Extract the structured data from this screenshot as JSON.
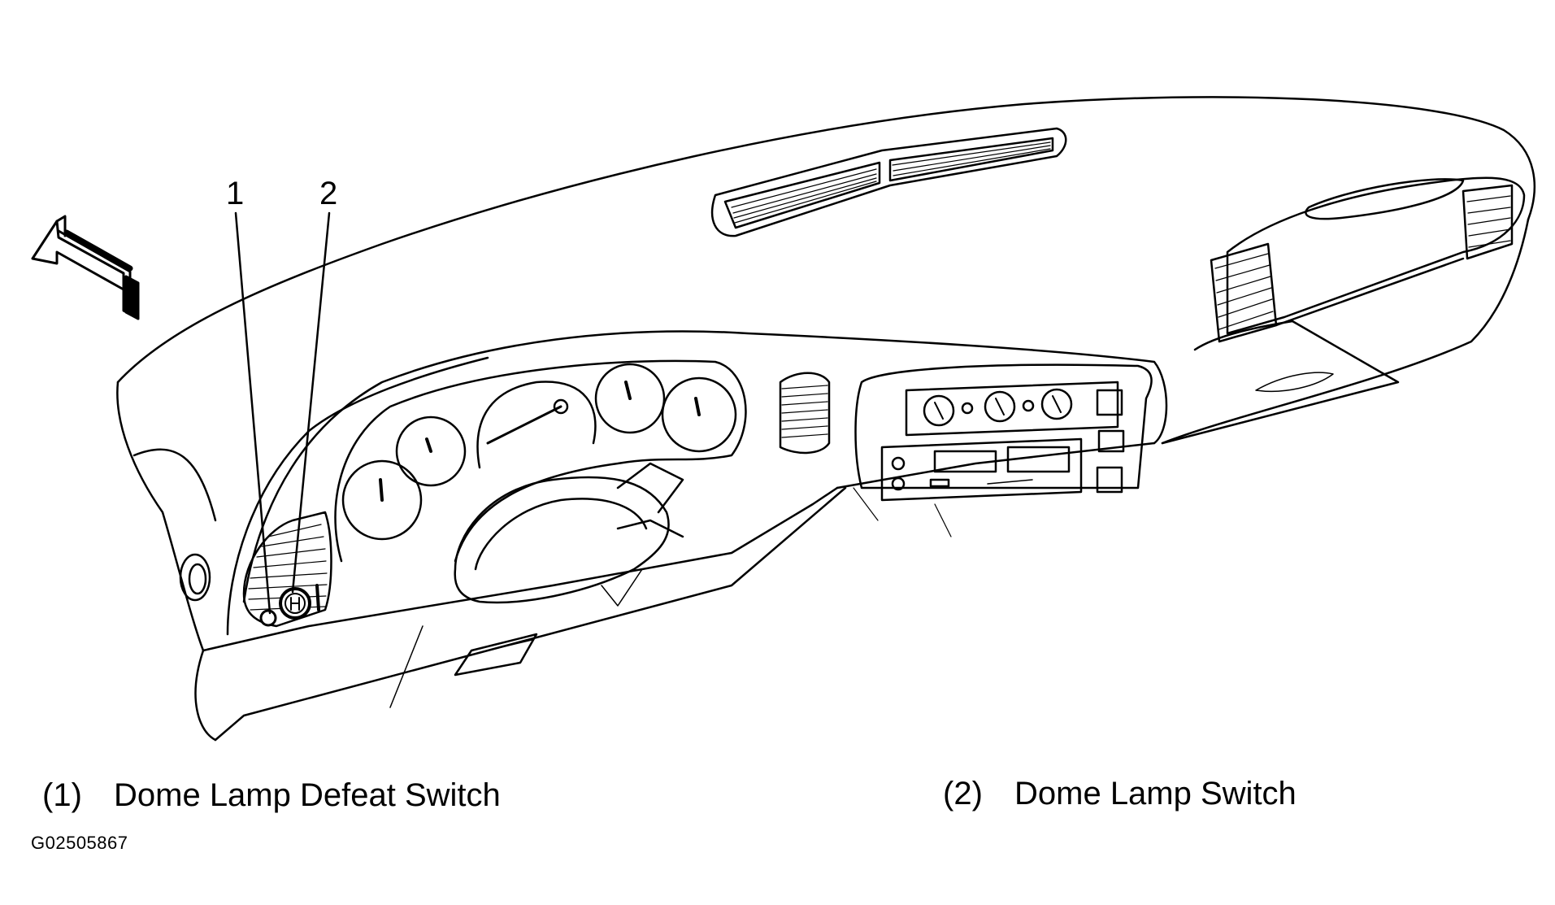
{
  "diagram": {
    "callouts": [
      {
        "id": "1",
        "label": "Dome Lamp Defeat Switch"
      },
      {
        "id": "2",
        "label": "Dome Lamp Switch"
      }
    ],
    "legend": [
      {
        "num": "(1)",
        "text": "Dome Lamp Defeat Switch"
      },
      {
        "num": "(2)",
        "text": "Dome Lamp Switch"
      }
    ],
    "figure_id": "G02505867",
    "line_color": "#000000",
    "background_color": "#ffffff"
  }
}
